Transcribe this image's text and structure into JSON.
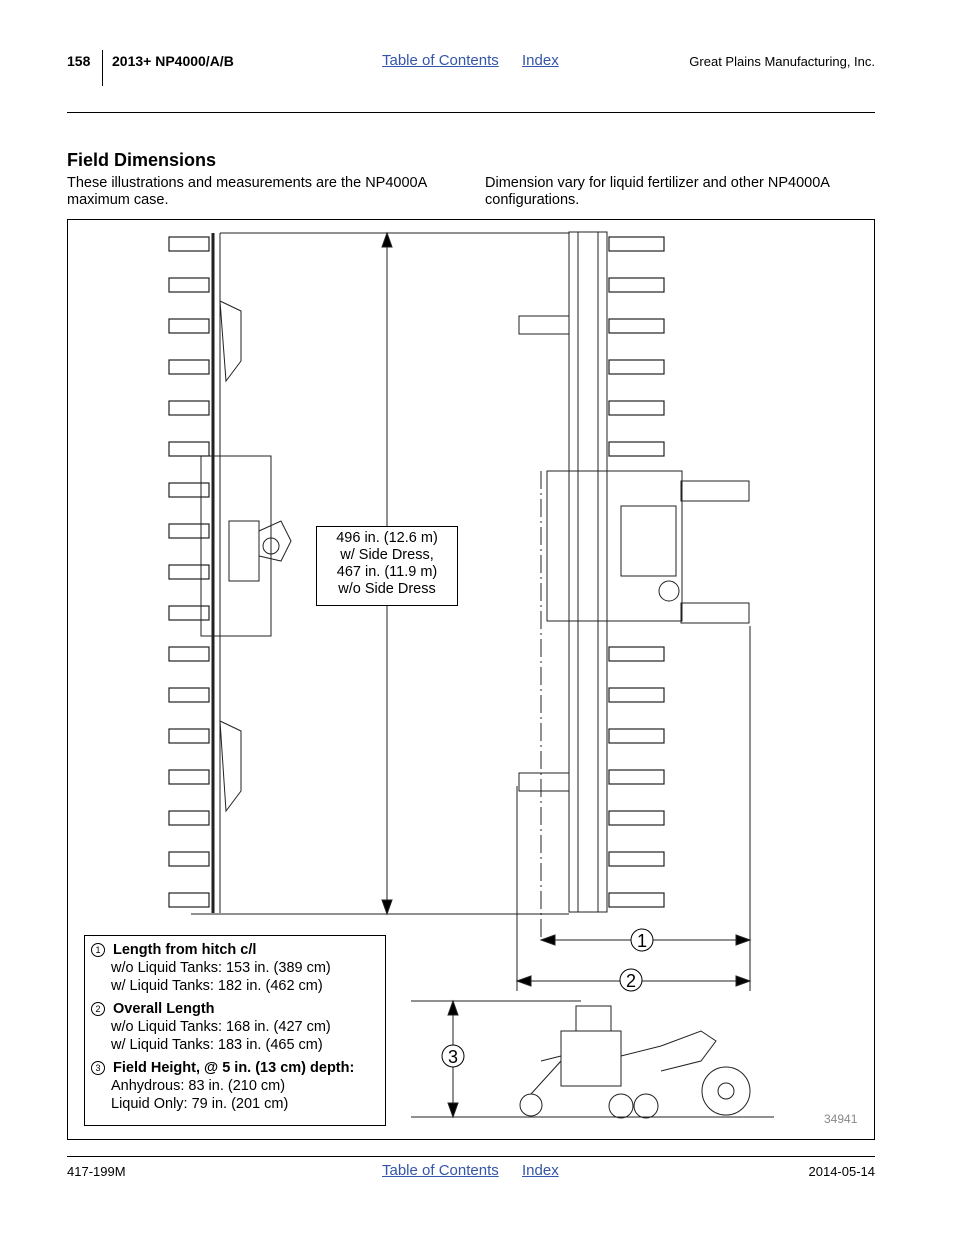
{
  "header": {
    "page_number": "158",
    "manual_title": "2013+ NP4000/A/B",
    "toc_link": "Table of Contents",
    "index_link": "Index",
    "company": "Great Plains Manufacturing, Inc."
  },
  "section": {
    "title": "Field Dimensions",
    "paragraph_left": "These illustrations and measurements are the NP4000A maximum case.",
    "paragraph_right": "Dimension vary for liquid fertilizer and other NP4000A configurations."
  },
  "figure": {
    "width_callout": [
      "496 in. (12.6 m)",
      "w/ Side Dress,",
      "467 in. (11.9 m)",
      "w/o Side Dress"
    ],
    "dimension_markers": [
      "1",
      "2",
      "3"
    ],
    "legend": [
      {
        "marker": "1",
        "title": "Length from hitch c/l",
        "lines": [
          "w/o Liquid Tanks: 153 in. (389 cm)",
          "w/ Liquid Tanks: 182 in. (462 cm)"
        ]
      },
      {
        "marker": "2",
        "title": "Overall Length",
        "lines": [
          "w/o Liquid Tanks: 168 in. (427 cm)",
          "w/ Liquid Tanks: 183 in. (465 cm)"
        ]
      },
      {
        "marker": "3",
        "title": "Field Height, @ 5 in. (13 cm) depth:",
        "lines": [
          "Anhydrous: 83 in. (210 cm)",
          "Liquid Only: 79 in. (201 cm)"
        ]
      }
    ],
    "figure_number": "34941"
  },
  "footer": {
    "part_number": "417-199M",
    "toc_link": "Table of Contents",
    "index_link": "Index",
    "date": "2014-05-14"
  }
}
